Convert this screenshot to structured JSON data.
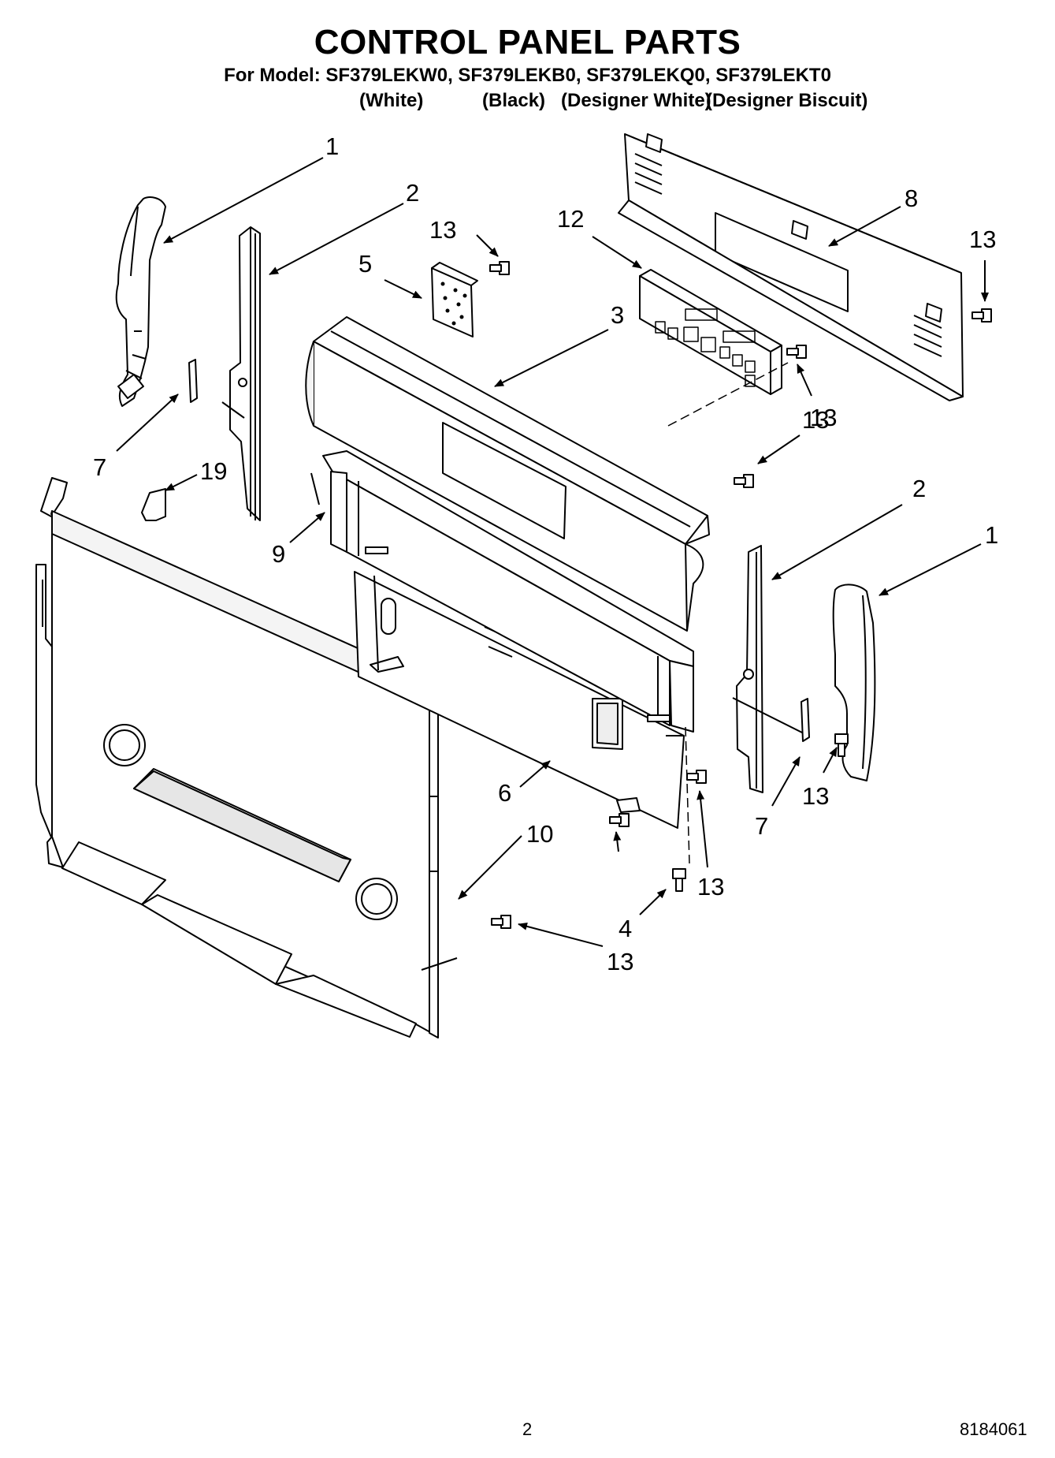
{
  "header": {
    "title": "CONTROL PANEL PARTS",
    "models": "For Model: SF379LEKW0, SF379LEKB0, SF379LEKQ0, SF379LEKT0",
    "colors": [
      "(White)",
      "(Black)",
      "(Designer White)",
      "(Designer Biscuit)"
    ]
  },
  "callouts": [
    {
      "id": "c1a",
      "label": "1"
    },
    {
      "id": "c2a",
      "label": "2"
    },
    {
      "id": "c13a",
      "label": "13"
    },
    {
      "id": "c5",
      "label": "5"
    },
    {
      "id": "c12",
      "label": "12"
    },
    {
      "id": "c8",
      "label": "8"
    },
    {
      "id": "c13b",
      "label": "13"
    },
    {
      "id": "c3",
      "label": "3"
    },
    {
      "id": "c13c",
      "label": "13"
    },
    {
      "id": "c7a",
      "label": "7"
    },
    {
      "id": "c19",
      "label": "19"
    },
    {
      "id": "c13d",
      "label": "13"
    },
    {
      "id": "c2b",
      "label": "2"
    },
    {
      "id": "c1b",
      "label": "1"
    },
    {
      "id": "c9",
      "label": "9"
    },
    {
      "id": "c6",
      "label": "6"
    },
    {
      "id": "c7b",
      "label": "7"
    },
    {
      "id": "c13e",
      "label": "13"
    },
    {
      "id": "c13f",
      "label": "13"
    },
    {
      "id": "c10",
      "label": "10"
    },
    {
      "id": "c4",
      "label": "4"
    },
    {
      "id": "c13g",
      "label": "13"
    }
  ],
  "footer": {
    "page_number": "2",
    "doc_number": "8184061"
  }
}
